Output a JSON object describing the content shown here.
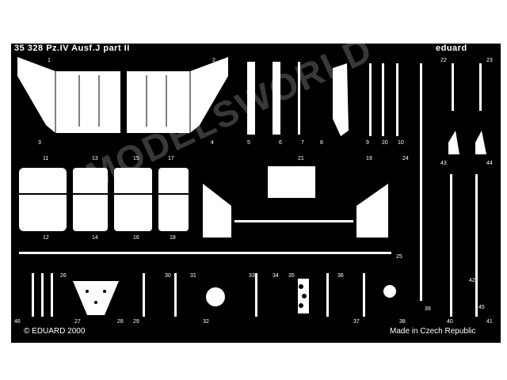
{
  "sheet": {
    "code": "35 328",
    "title": "Pz.IV Ausf.J",
    "part": "part II",
    "brand_corner": "eduard",
    "copyright": "© EDUARD 2000",
    "origin": "Made in Czech Republic",
    "watermark": "MODELSWORLD"
  },
  "parts": {
    "p1": "1",
    "p2": "2",
    "p3": "3",
    "p4": "4",
    "p5": "5",
    "p6": "6",
    "p7": "7",
    "p8": "8",
    "p9": "9",
    "p10": "10",
    "p11": "11",
    "p12": "12",
    "p13": "13",
    "p14": "14",
    "p15": "15",
    "p16": "16",
    "p17": "17",
    "p18": "18",
    "p19": "19",
    "p20": "20",
    "p21": "21",
    "p22": "22",
    "p23": "23",
    "p24": "24",
    "p25": "25",
    "p26": "26",
    "p27": "27",
    "p28": "28",
    "p29": "29",
    "p30": "30",
    "p31": "31",
    "p32": "32",
    "p33": "33",
    "p34": "34",
    "p35": "35",
    "p36": "36",
    "p37": "37",
    "p38": "38",
    "p39": "39",
    "p40": "40",
    "p41": "41",
    "p42": "42",
    "p43": "43",
    "p44": "44",
    "p45": "45",
    "p46": "46"
  },
  "colors": {
    "fret": "#000000",
    "part": "#ffffff",
    "ink": "#000000"
  }
}
